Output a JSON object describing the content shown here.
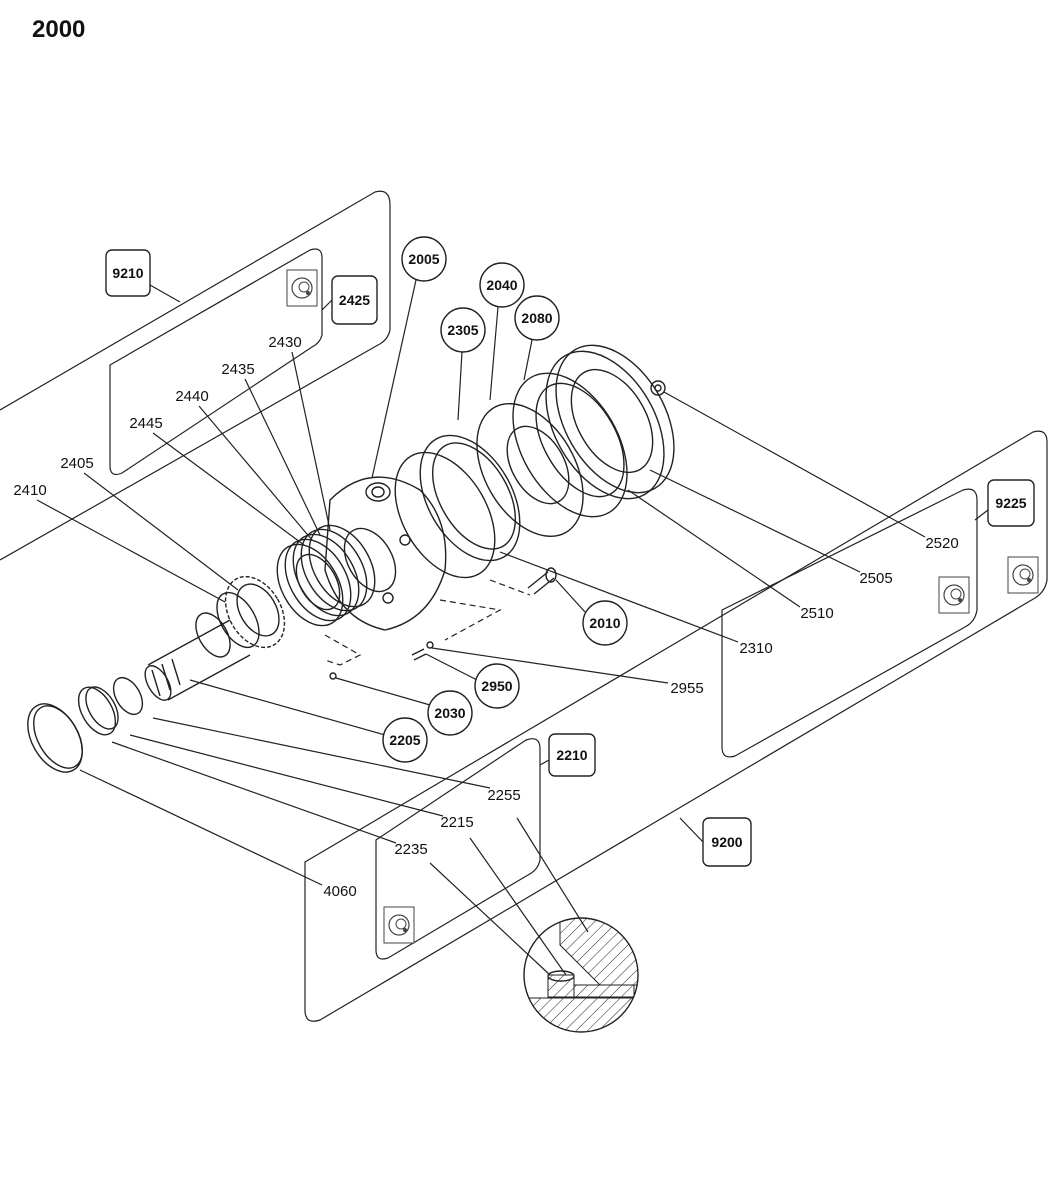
{
  "title": "2000",
  "boxed_callouts": [
    "9210",
    "2425",
    "9225",
    "2210",
    "9200"
  ],
  "circled_callouts": [
    "2005",
    "2040",
    "2080",
    "2305",
    "2010",
    "2950",
    "2030",
    "2205"
  ],
  "plain_callouts": [
    "2430",
    "2435",
    "2440",
    "2445",
    "2405",
    "2410",
    "2520",
    "2505",
    "2510",
    "2310",
    "2955",
    "2255",
    "2215",
    "2235",
    "4060"
  ],
  "kit_icon": "seal-kit-icon"
}
